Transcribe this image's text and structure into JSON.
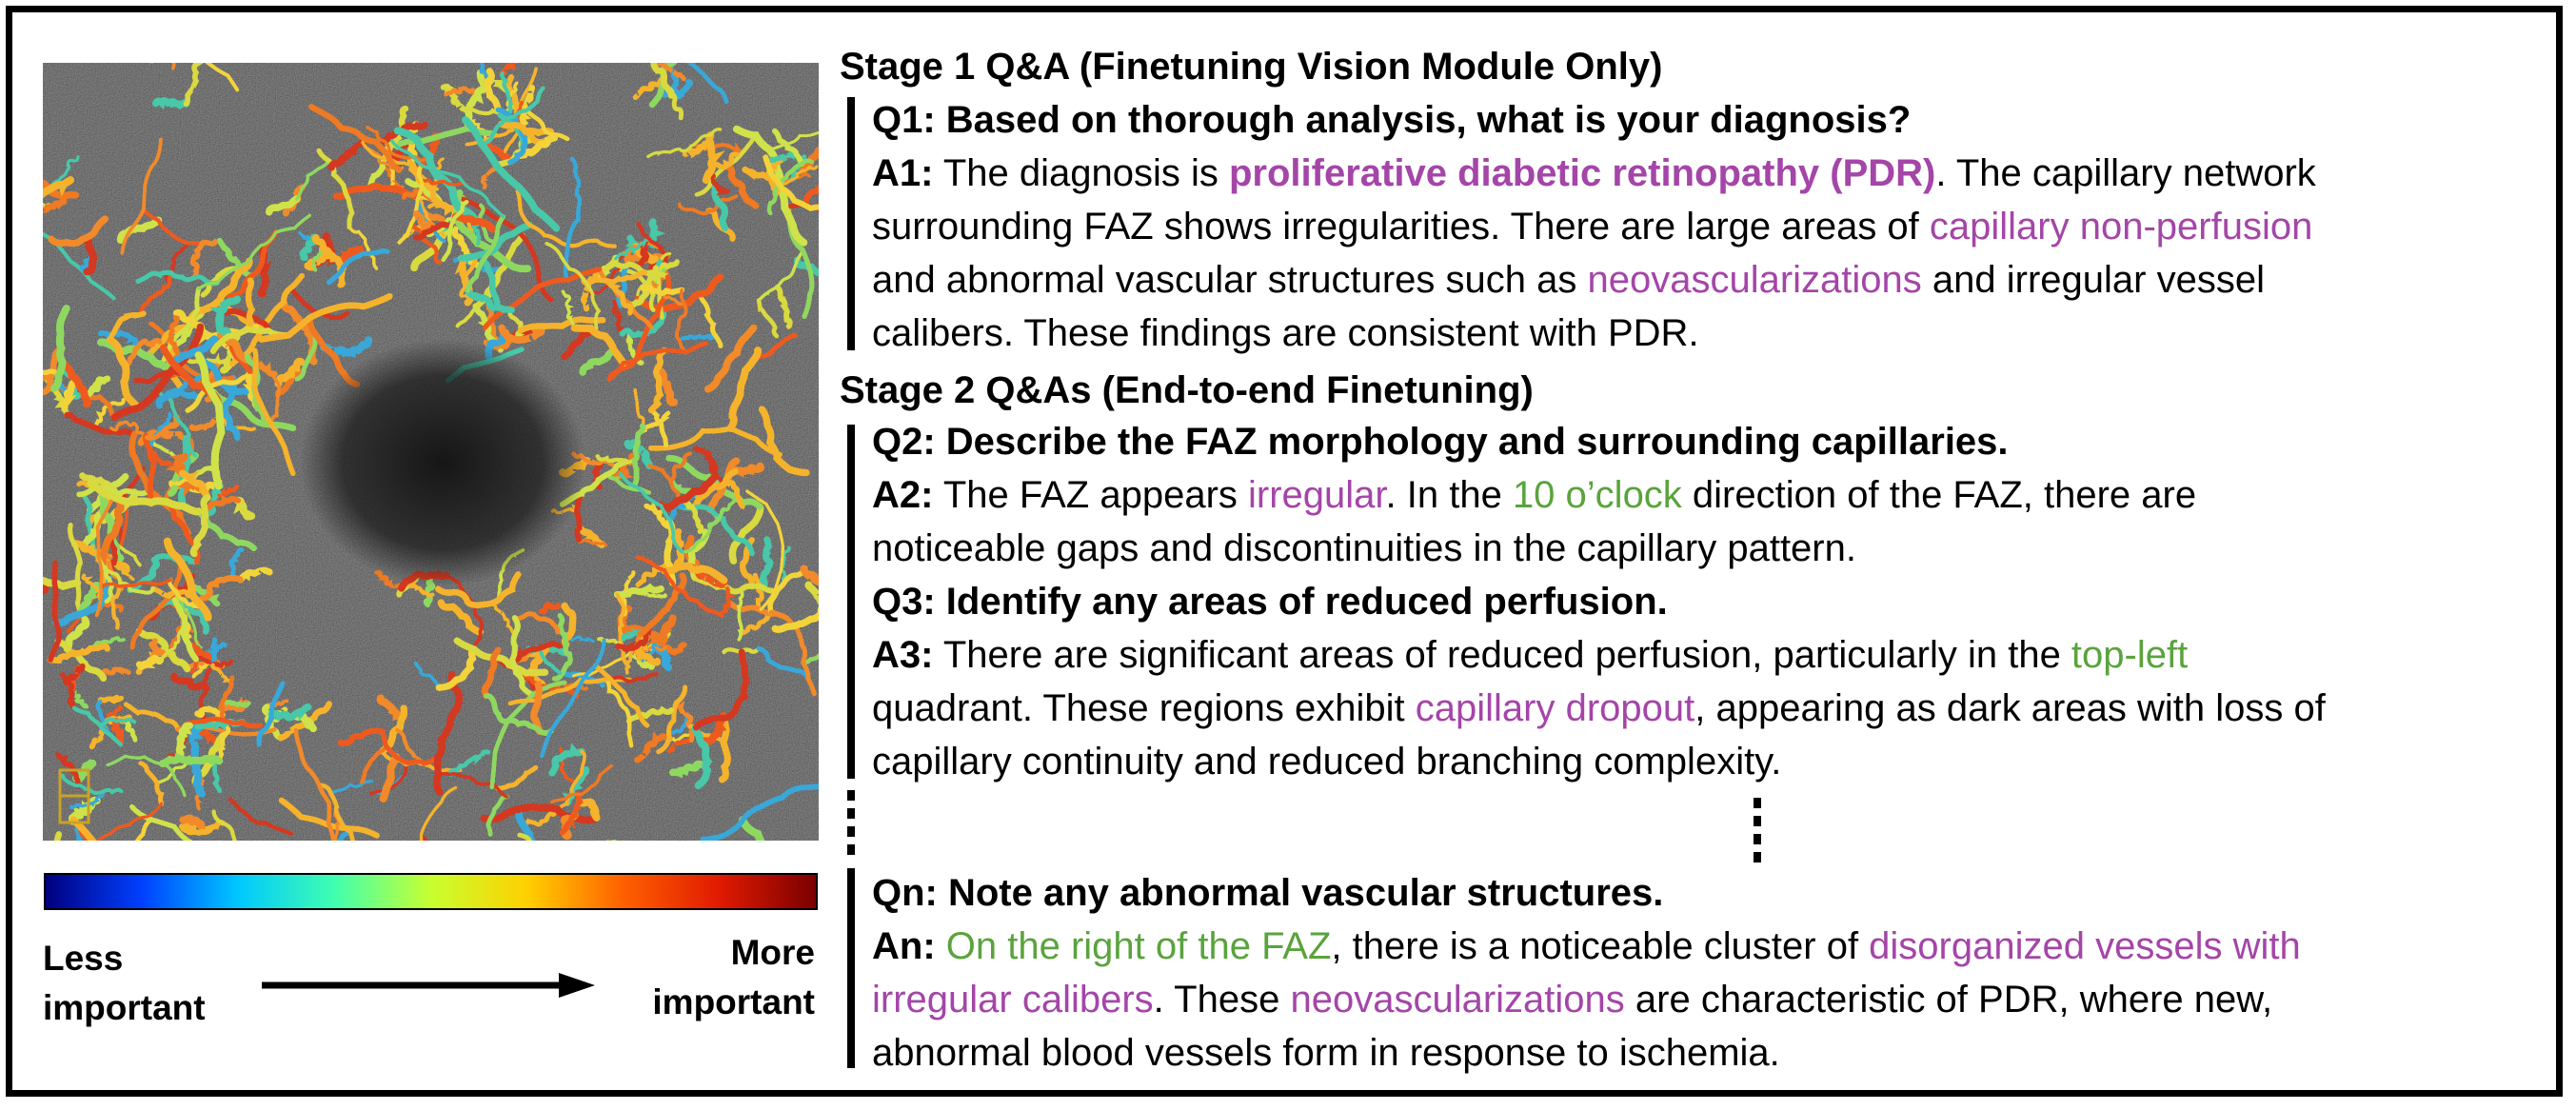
{
  "legend": {
    "less_label_line1": "Less",
    "less_label_line2": "important",
    "more_label_line1": "More",
    "more_label_line2": "important",
    "colormap_stops": [
      "#00007f",
      "#0040ff",
      "#00c8ff",
      "#40ffb0",
      "#c8ff30",
      "#ffd000",
      "#ff6000",
      "#e01a00",
      "#7a0000"
    ]
  },
  "image": {
    "background_color": "#1a1a1a",
    "vessel_colors": [
      "#d43820",
      "#ee5a1e",
      "#f28a2a",
      "#f5b32c",
      "#f2d43a",
      "#cfe24a",
      "#8fd860",
      "#48c8a8",
      "#39a8d8",
      "#f5b32c",
      "#ee7a24",
      "#d9d940"
    ]
  },
  "stage1": {
    "heading": "Stage 1 Q&A (Finetuning Vision Module Only)",
    "q1": "Q1: Based on thorough analysis, what is your diagnosis?",
    "a1_label": "A1:",
    "a1_l1_a": " The diagnosis is ",
    "a1_l1_b": "proliferative diabetic retinopathy (PDR)",
    "a1_l1_c": ". The capillary network",
    "a1_l2_a": "surrounding FAZ shows irregularities. There are large areas of ",
    "a1_l2_b": "capillary non-perfusion",
    "a1_l3_a": "and abnormal vascular structures such as ",
    "a1_l3_b": "neovascularizations",
    "a1_l3_c": " and irregular vessel",
    "a1_l4": "calibers. These findings are consistent with PDR."
  },
  "stage2": {
    "heading": "Stage 2 Q&As (End-to-end Finetuning)",
    "q2": "Q2: Describe the FAZ morphology and surrounding capillaries.",
    "a2_label": "A2:",
    "a2_l1_a": " The FAZ appears ",
    "a2_l1_b": "irregular",
    "a2_l1_c": ". In the ",
    "a2_l1_d": "10 o’clock",
    "a2_l1_e": " direction of the FAZ, there are",
    "a2_l2": "noticeable gaps and discontinuities in the capillary pattern.",
    "q3": "Q3: Identify any areas of reduced perfusion.",
    "a3_label": "A3:",
    "a3_l1_a": " There are significant areas of reduced perfusion, particularly in the ",
    "a3_l1_b": "top-left",
    "a3_l2_a": "quadrant. These regions exhibit ",
    "a3_l2_b": "capillary dropout",
    "a3_l2_c": ", appearing as dark areas with loss of",
    "a3_l3": "capillary continuity and reduced branching complexity.",
    "qn": "Qn: Note any abnormal vascular structures.",
    "an_label": "An:",
    "an_l1_a": " ",
    "an_l1_b": "On the right of the FAZ",
    "an_l1_c": ", there is a noticeable cluster of ",
    "an_l1_d": "disorganized vessels with",
    "an_l2_a": "irregular calibers",
    "an_l2_b": ". These ",
    "an_l2_c": "neovascularizations",
    "an_l2_d": " are characteristic of PDR, where new,",
    "an_l3": "abnormal blood vessels form in response to ischemia."
  }
}
